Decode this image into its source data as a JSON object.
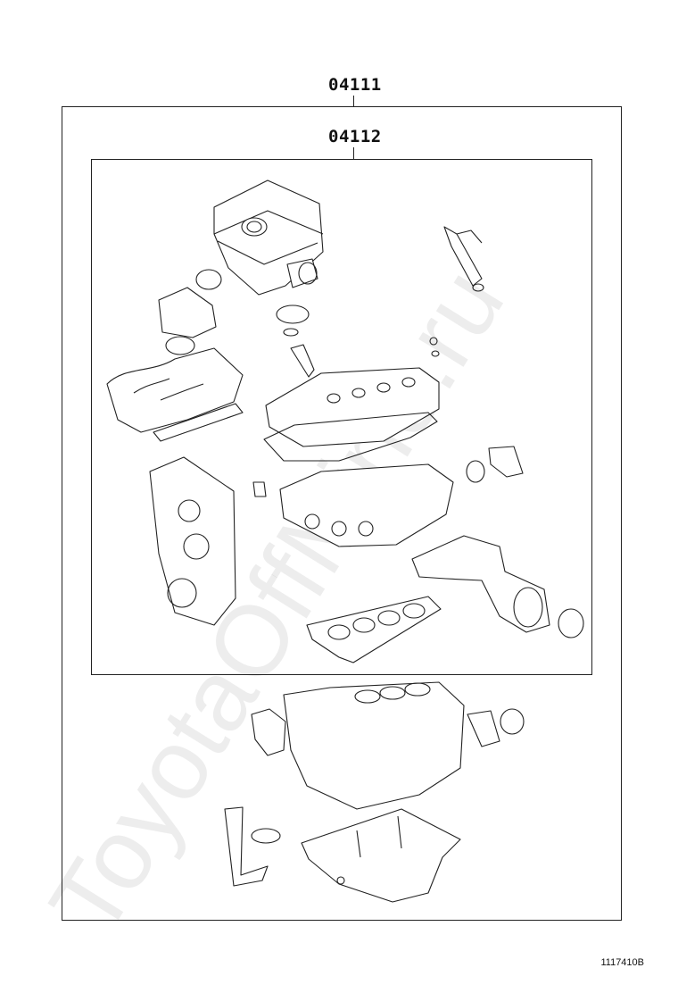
{
  "labels": {
    "outer_kit": "04111",
    "inner_kit": "04112",
    "figure_id": "1117410B"
  },
  "watermark": "ToyotaOffMine.ru"
}
